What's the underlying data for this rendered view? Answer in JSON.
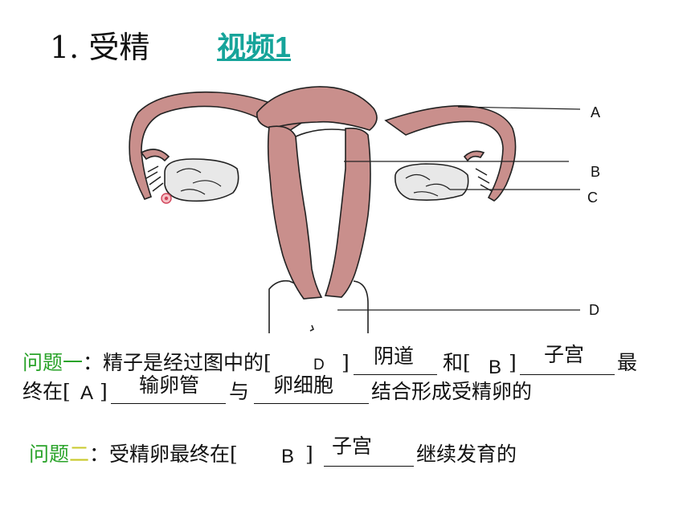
{
  "header": {
    "title": "1. 受精",
    "video_link": "视频1"
  },
  "diagram": {
    "labels": {
      "a": "A",
      "b": "B",
      "c": "C",
      "d": "D"
    }
  },
  "q1": {
    "prefix": "问题一",
    "colon": "：",
    "text1": "精子是经过图中的[",
    "ans1_letter": "D",
    "close1": "]",
    "ans1_word": "阴道",
    "and_text": "和[",
    "ans2_letter": "B",
    "close2": "]",
    "ans2_word": "子宫",
    "tail1": "最",
    "line2_start": "终在[",
    "ans3_letter": "A",
    "close3": "]",
    "ans3_word": "输卵管",
    "with_text": "与",
    "ans4_word": "卵细胞",
    "tail2": "结合形成受精卵的"
  },
  "q2": {
    "prefix": "问题",
    "prefix2": "二",
    "colon": "：",
    "text1": "受精卵最终在[",
    "ans_letter": "B",
    "close": "]",
    "ans_word": "子宫",
    "tail": "继续发育的"
  }
}
